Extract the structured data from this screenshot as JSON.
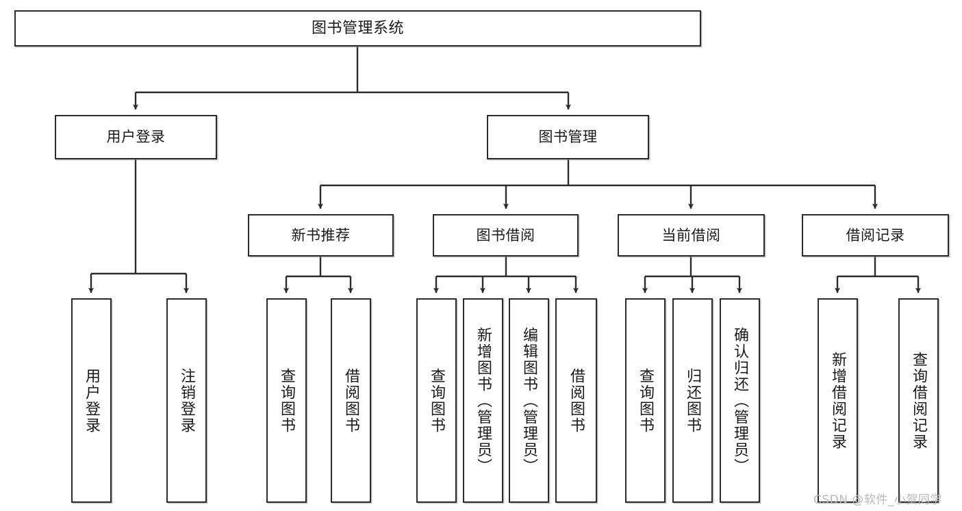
{
  "diagram": {
    "title": "图书管理系统",
    "type": "tree",
    "orientation": "top-down",
    "colors": {
      "box_border": "#2b2b2b",
      "box_fill": "#ffffff",
      "edge": "#2b2b2b",
      "text": "#1a1a1a",
      "watermark": "#b9b9b9",
      "background": "#ffffff"
    },
    "watermark": "CSDN @软件_小贺同学"
  },
  "nodes": {
    "root": {
      "label": "图书管理系统"
    },
    "level1": [
      {
        "id": "user-login",
        "label": "用户登录"
      },
      {
        "id": "book-manage",
        "label": "图书管理"
      }
    ],
    "level2": [
      {
        "id": "new-book-rec",
        "label": "新书推荐"
      },
      {
        "id": "book-borrow",
        "label": "图书借阅"
      },
      {
        "id": "current-borrow",
        "label": "当前借阅"
      },
      {
        "id": "borrow-record",
        "label": "借阅记录"
      }
    ],
    "leaves": {
      "user_login": [
        {
          "id": "leaf-user-login",
          "label": "用户登录"
        },
        {
          "id": "leaf-logout",
          "label": "注销登录"
        }
      ],
      "new_book_rec": [
        {
          "id": "leaf-query-book-1",
          "label": "查询图书"
        },
        {
          "id": "leaf-borrow-book-1",
          "label": "借阅图书"
        }
      ],
      "book_borrow": [
        {
          "id": "leaf-query-book-2",
          "label": "查询图书"
        },
        {
          "id": "leaf-add-book",
          "label": "新增图书（管理员）"
        },
        {
          "id": "leaf-edit-book",
          "label": "编辑图书（管理员）"
        },
        {
          "id": "leaf-borrow-book-2",
          "label": "借阅图书"
        }
      ],
      "current_borrow": [
        {
          "id": "leaf-query-book-3",
          "label": "查询图书"
        },
        {
          "id": "leaf-return-book",
          "label": "归还图书"
        },
        {
          "id": "leaf-confirm-return",
          "label": "确认归还（管理员）"
        }
      ],
      "borrow_record": [
        {
          "id": "leaf-add-record",
          "label": "新增借阅记录"
        },
        {
          "id": "leaf-query-record",
          "label": "查询借阅记录"
        }
      ]
    }
  }
}
